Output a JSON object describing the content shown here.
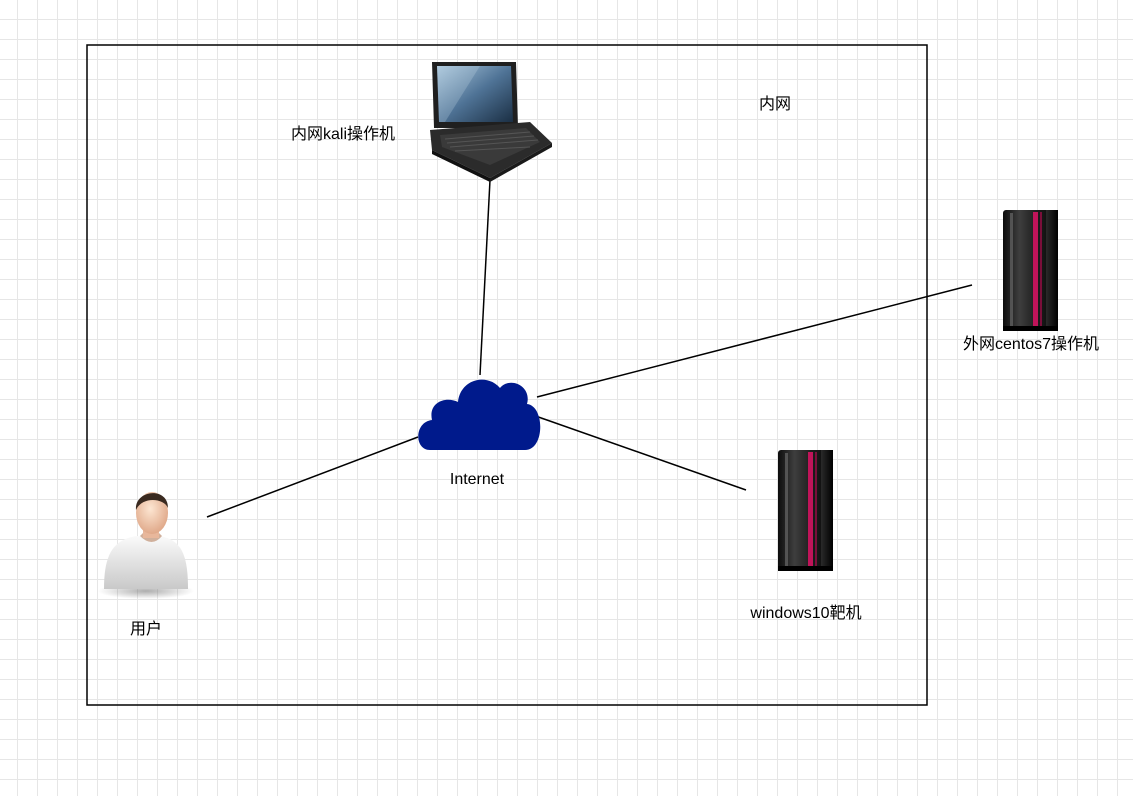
{
  "diagram": {
    "zone_label": "内网",
    "nodes": {
      "kali": {
        "label": "内网kali操作机",
        "icon": "laptop-icon"
      },
      "internet": {
        "label": "Internet",
        "icon": "cloud-icon"
      },
      "centos": {
        "label": "外网centos7操作机",
        "icon": "server-icon"
      },
      "win10": {
        "label": "windows10靶机",
        "icon": "server-icon"
      },
      "user": {
        "label": "用户",
        "icon": "user-icon"
      }
    },
    "edges": [
      {
        "from": "internet",
        "to": "kali"
      },
      {
        "from": "internet",
        "to": "centos"
      },
      {
        "from": "internet",
        "to": "win10"
      },
      {
        "from": "internet",
        "to": "user"
      }
    ],
    "colors": {
      "cloud": "#001a8c",
      "server_accent": "#c0145a",
      "line": "#000000"
    }
  }
}
